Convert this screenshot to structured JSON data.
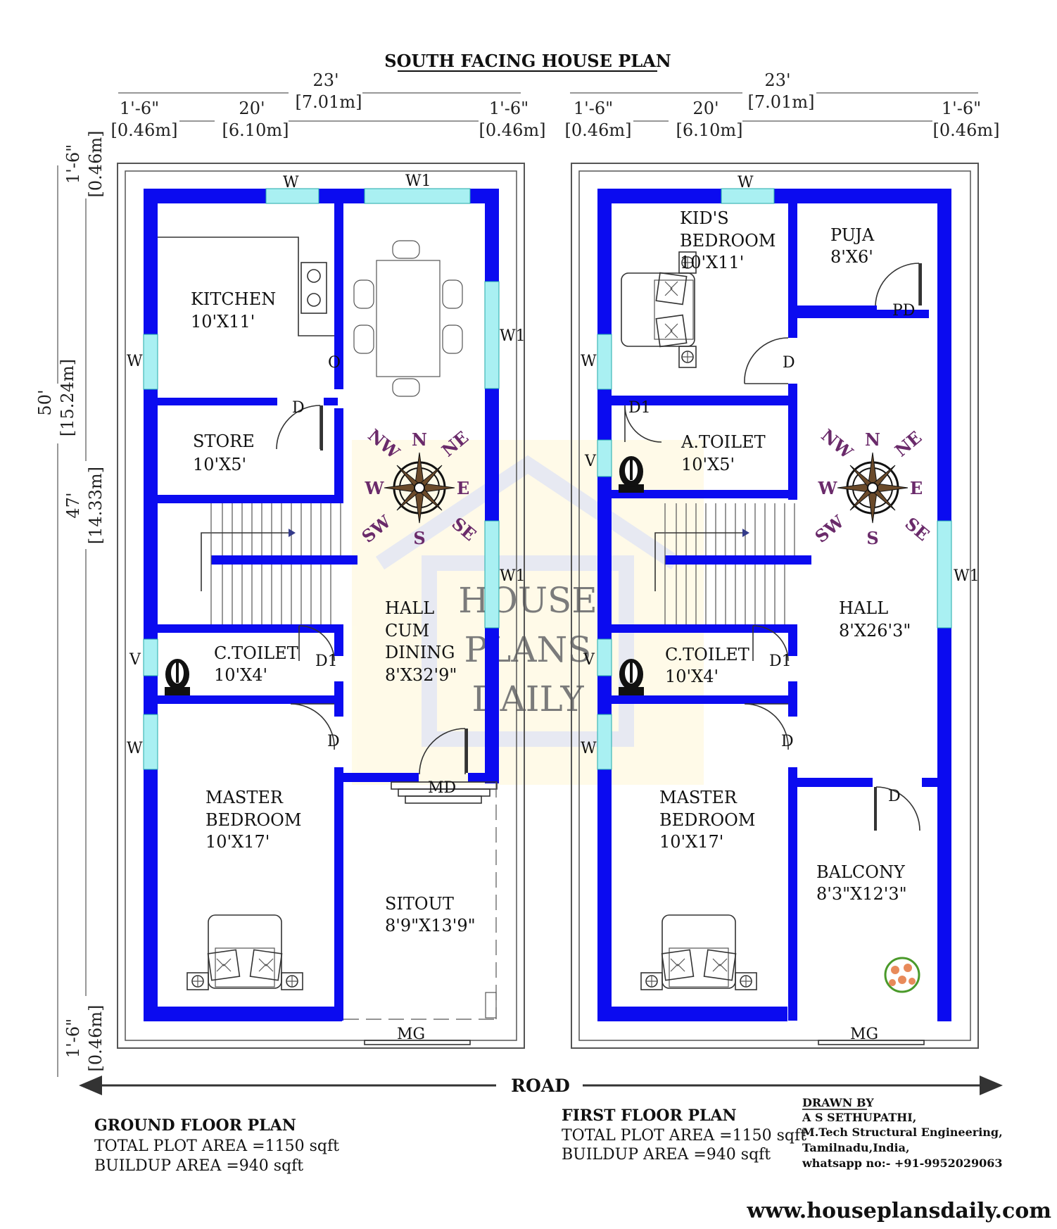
{
  "title": "SOUTH FACING HOUSE PLAN",
  "dims": {
    "total_w": "23'",
    "total_w_m": "[7.01m]",
    "side": "1'-6\"",
    "side_m": "[0.46m]",
    "inner": "20'",
    "inner_m": "[6.10m]",
    "total_h": "50'",
    "total_h_m": "[15.24m]",
    "inner_h": "47'",
    "inner_h_m": "[14.33m]"
  },
  "ground": {
    "kitchen": [
      "KITCHEN",
      "10'X11'"
    ],
    "store": [
      "STORE",
      "10'X5'"
    ],
    "ctoilet": [
      "C.TOILET",
      "10'X4'"
    ],
    "master": [
      "MASTER",
      "BEDROOM",
      "10'X17'"
    ],
    "hall": [
      "HALL",
      "CUM",
      "DINING",
      "8'X32'9\""
    ],
    "sitout": [
      "SITOUT",
      "8'9\"X13'9\""
    ],
    "labels": {
      "w": "W",
      "w1": "W1",
      "o": "O",
      "d": "D",
      "d1": "D1",
      "v": "V",
      "md": "MD",
      "mg": "MG"
    }
  },
  "first": {
    "kids": [
      "KID'S",
      "BEDROOM",
      "10'X11'"
    ],
    "puja": [
      "PUJA",
      "8'X6'"
    ],
    "atoilet": [
      "A.TOILET",
      "10'X5'"
    ],
    "ctoilet": [
      "C.TOILET",
      "10'X4'"
    ],
    "master": [
      "MASTER",
      "BEDROOM",
      "10'X17'"
    ],
    "hall": [
      "HALL",
      "8'X26'3\""
    ],
    "balcony": [
      "BALCONY",
      "8'3\"X12'3\""
    ],
    "labels": {
      "w": "W",
      "w1": "W1",
      "pd": "PD",
      "d": "D",
      "d1": "D1",
      "v": "V",
      "mg": "MG"
    }
  },
  "compass": {
    "n": "N",
    "s": "S",
    "e": "E",
    "w": "W",
    "ne": "NE",
    "nw": "NW",
    "se": "SE",
    "sw": "SW"
  },
  "road": "ROAD",
  "watermark": [
    "HOUSE",
    "PLANS",
    "DAILY"
  ],
  "ground_info": {
    "title": "GROUND FLOOR PLAN",
    "plot": "TOTAL PLOT AREA =1150 sqft",
    "build": "BUILDUP AREA =940 sqft"
  },
  "first_info": {
    "title": "FIRST FLOOR PLAN",
    "plot": "TOTAL PLOT AREA =1150 sqft",
    "build": "BUILDUP AREA =940 sqft"
  },
  "credits": {
    "drawn": "DRAWN BY",
    "name": "A S SETHUPATHI,",
    "degree": "M.Tech Structural Engineering,",
    "place": "Tamilnadu,India,",
    "phone": "whatsapp no:- +91-9952029063"
  },
  "website": "www.houseplansdaily.com"
}
